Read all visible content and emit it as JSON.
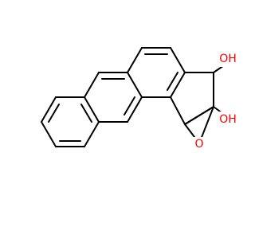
{
  "atoms": {
    "oh_top": {
      "text": "OH",
      "color": "#ff0000"
    },
    "oh_bottom": {
      "text": "OH",
      "color": "#ff0000"
    },
    "epoxide_o": {
      "text": "O",
      "color": "#ff0000"
    }
  }
}
